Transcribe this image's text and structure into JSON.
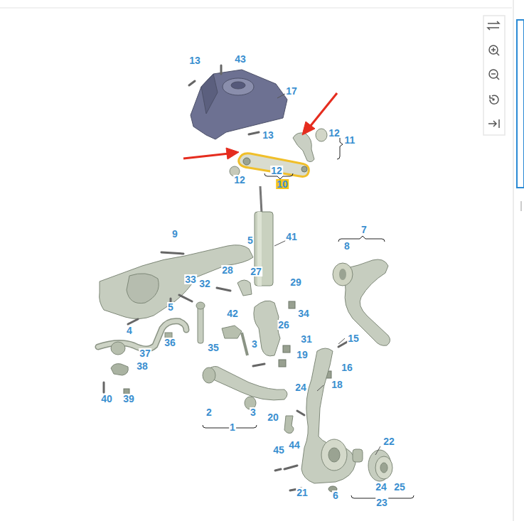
{
  "diagram": {
    "labels": [
      "13",
      "43",
      "17",
      "13",
      "12",
      "11",
      "12",
      "12",
      "10",
      "9",
      "5",
      "41",
      "7",
      "8",
      "28",
      "27",
      "33",
      "32",
      "29",
      "5",
      "42",
      "34",
      "26",
      "4",
      "36",
      "3",
      "31",
      "15",
      "35",
      "19",
      "37",
      "38",
      "16",
      "24",
      "18",
      "2",
      "3",
      "20",
      "40",
      "39",
      "1",
      "22",
      "45",
      "44",
      "21",
      "6",
      "24",
      "25",
      "23"
    ]
  }
}
